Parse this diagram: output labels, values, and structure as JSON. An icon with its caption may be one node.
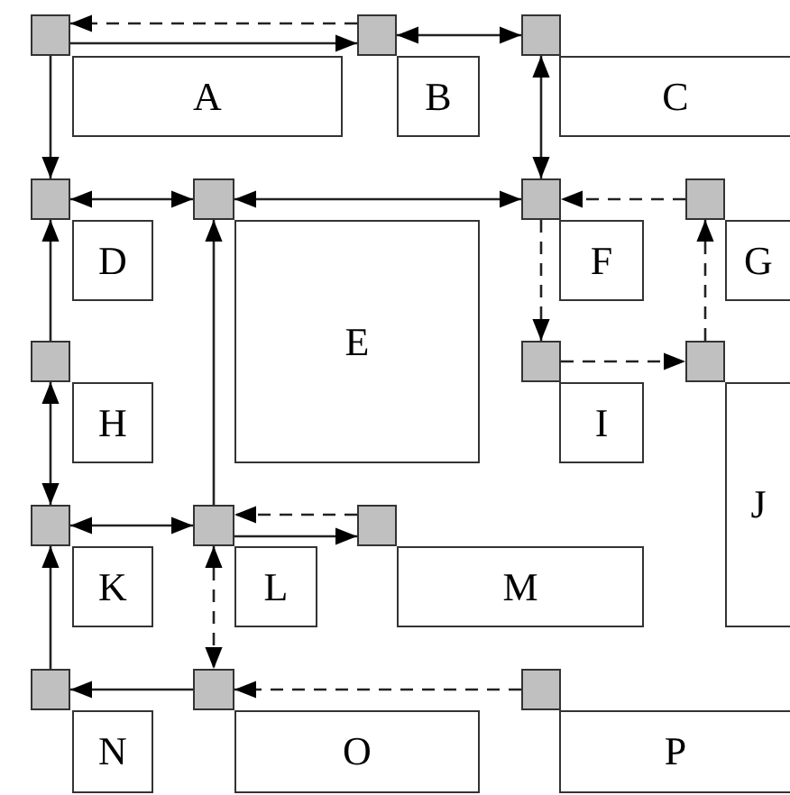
{
  "diagram": {
    "nodes": [
      {
        "text": [],
        "shape": "box"
      },
      {
        "text": [],
        "shape": "box"
      },
      {
        "text": [],
        "shape": "box"
      },
      {
        "text": [
          "A"
        ]
      },
      {
        "text": [
          "B"
        ]
      },
      {
        "text": [
          "C"
        ]
      },
      {
        "text": [],
        "shape": "box"
      },
      {
        "text": [],
        "shape": "box"
      },
      {
        "text": [],
        "shape": "box"
      },
      {
        "text": [],
        "shape": "box"
      },
      {
        "text": [
          "D"
        ]
      },
      {
        "text": [
          "E"
        ]
      },
      {
        "text": [
          "F"
        ]
      },
      {
        "text": [
          "G"
        ]
      },
      {
        "text": [],
        "shape": "box"
      },
      {
        "text": [],
        "shape": "box"
      },
      {
        "text": [],
        "shape": "box"
      },
      {
        "text": [
          "H"
        ]
      },
      {
        "text": [
          "I"
        ]
      },
      {
        "text": [
          "J"
        ]
      },
      {
        "text": [],
        "shape": "box"
      },
      {
        "text": [],
        "shape": "box"
      },
      {
        "text": [],
        "shape": "box"
      },
      {
        "text": [
          "K"
        ]
      },
      {
        "text": [
          "L"
        ]
      },
      {
        "text": [
          "M"
        ]
      },
      {
        "text": [],
        "shape": "box"
      },
      {
        "text": [],
        "shape": "box"
      },
      {
        "text": [],
        "shape": "box"
      },
      {
        "text": [
          "N"
        ]
      },
      {
        "text": [
          "O"
        ]
      },
      {
        "text": [
          "P"
        ]
      }
    ],
    "edges": [
      {
        "from": 1,
        "to": 0,
        "arrow": "to",
        "style": "dashed"
      },
      {
        "from": 0,
        "to": 1,
        "arrow": "to"
      },
      {
        "from": 1,
        "to": 2,
        "arrow": "both"
      },
      {
        "from": 0,
        "to": 6,
        "arrow": "to"
      },
      {
        "from": 2,
        "to": 8,
        "arrow": "both"
      },
      {
        "from": 6,
        "to": 7,
        "arrow": "both"
      },
      {
        "from": 7,
        "to": 8,
        "arrow": "both"
      },
      {
        "from": 9,
        "to": 8,
        "arrow": "to",
        "style": "dashed"
      },
      {
        "from": 8,
        "to": 15,
        "arrow": "to",
        "style": "dashed"
      },
      {
        "from": 15,
        "to": 16,
        "arrow": "to",
        "style": "dashed"
      },
      {
        "from": 16,
        "to": 9,
        "arrow": "to",
        "style": "dashed"
      },
      {
        "from": 14,
        "to": 6,
        "arrow": "to"
      },
      {
        "from": 14,
        "to": 20,
        "arrow": "both"
      },
      {
        "from": 20,
        "to": 21,
        "arrow": "both"
      },
      {
        "from": 21,
        "to": 7,
        "arrow": "to"
      },
      {
        "from": 22,
        "to": 21,
        "arrow": "to",
        "style": "dashed"
      },
      {
        "from": 21,
        "to": 22,
        "arrow": "to"
      },
      {
        "from": 21,
        "to": 27,
        "arrow": "both",
        "style": "dashed"
      },
      {
        "from": 27,
        "to": 26,
        "arrow": "to"
      },
      {
        "from": 26,
        "to": 20,
        "arrow": "to"
      },
      {
        "from": 28,
        "to": 27,
        "arrow": "to",
        "style": "dashed"
      }
    ]
  }
}
